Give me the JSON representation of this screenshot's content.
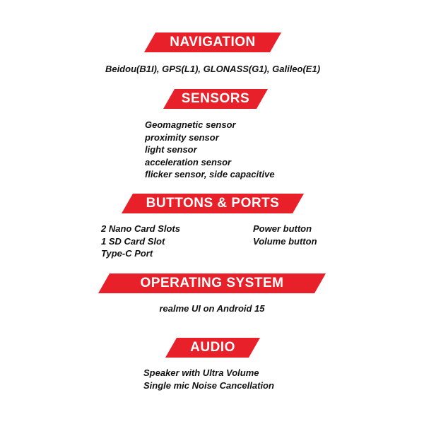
{
  "colors": {
    "accent": "#e8202a",
    "text": "#111111",
    "banner_text": "#ffffff"
  },
  "navigation": {
    "heading": "NAVIGATION",
    "line": "Beidou(B1I), GPS(L1), GLONASS(G1), Galileo(E1)"
  },
  "sensors": {
    "heading": "SENSORS",
    "items": [
      "Geomagnetic sensor",
      "proximity sensor",
      "light sensor",
      "acceleration sensor",
      "flicker sensor, side capacitive"
    ]
  },
  "buttons_ports": {
    "heading": "BUTTONS & PORTS",
    "left": [
      "2 Nano Card Slots",
      "1 SD Card Slot",
      "Type-C Port"
    ],
    "right": [
      "Power button",
      "Volume button"
    ]
  },
  "operating_system": {
    "heading": "OPERATING SYSTEM",
    "line": "realme UI on Android 15"
  },
  "audio": {
    "heading": "AUDIO",
    "items": [
      "Speaker with Ultra Volume",
      "Single mic Noise Cancellation"
    ]
  }
}
